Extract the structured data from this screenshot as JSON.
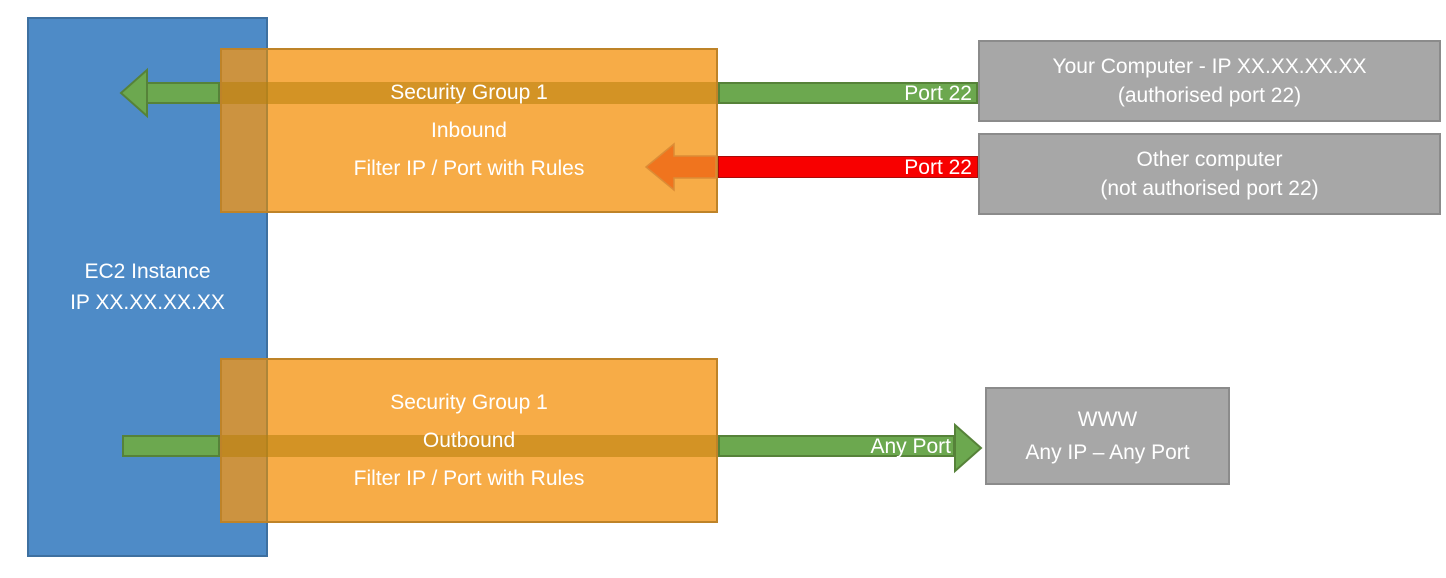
{
  "colors": {
    "blue_fill": "#4E8BC7",
    "blue_stroke": "#3E70A0",
    "orange_fill": "#F7AC47",
    "orange_stroke": "#BE8328",
    "strip_fill": "#CC9340",
    "strip_edge": "#AD8538",
    "band_fill": "rgba(182,128,10,0.55)",
    "green_fill": "#6CA84F",
    "green_stroke": "#568239",
    "red_fill": "#F80000",
    "red_stroke": "rgba(70,25,20,0.45)",
    "red_under_orange_fill": "#F0741E",
    "red_under_orange_stroke": "#DC8C36",
    "gray_fill": "#A7A7A7",
    "gray_stroke": "#8B8B8B",
    "text": "#FFFFFF"
  },
  "ec2": {
    "name": "EC2 Instance",
    "ip": "IP XX.XX.XX.XX"
  },
  "inbound_group": {
    "title": "Security Group 1",
    "direction": "Inbound",
    "rule": "Filter IP / Port with Rules"
  },
  "outbound_group": {
    "title": "Security Group 1",
    "direction": "Outbound",
    "rule": "Filter IP / Port with Rules"
  },
  "your_computer": {
    "title": "Your Computer - IP XX.XX.XX.XX",
    "subtitle": "(authorised port 22)"
  },
  "other_computer": {
    "title": "Other computer",
    "subtitle": "(not authorised port 22)"
  },
  "www": {
    "title": "WWW",
    "subtitle": "Any IP – Any Port"
  },
  "arrows": {
    "inbound_allowed_label": "Port 22",
    "inbound_blocked_label": "Port 22",
    "outbound_label": "Any Port"
  }
}
